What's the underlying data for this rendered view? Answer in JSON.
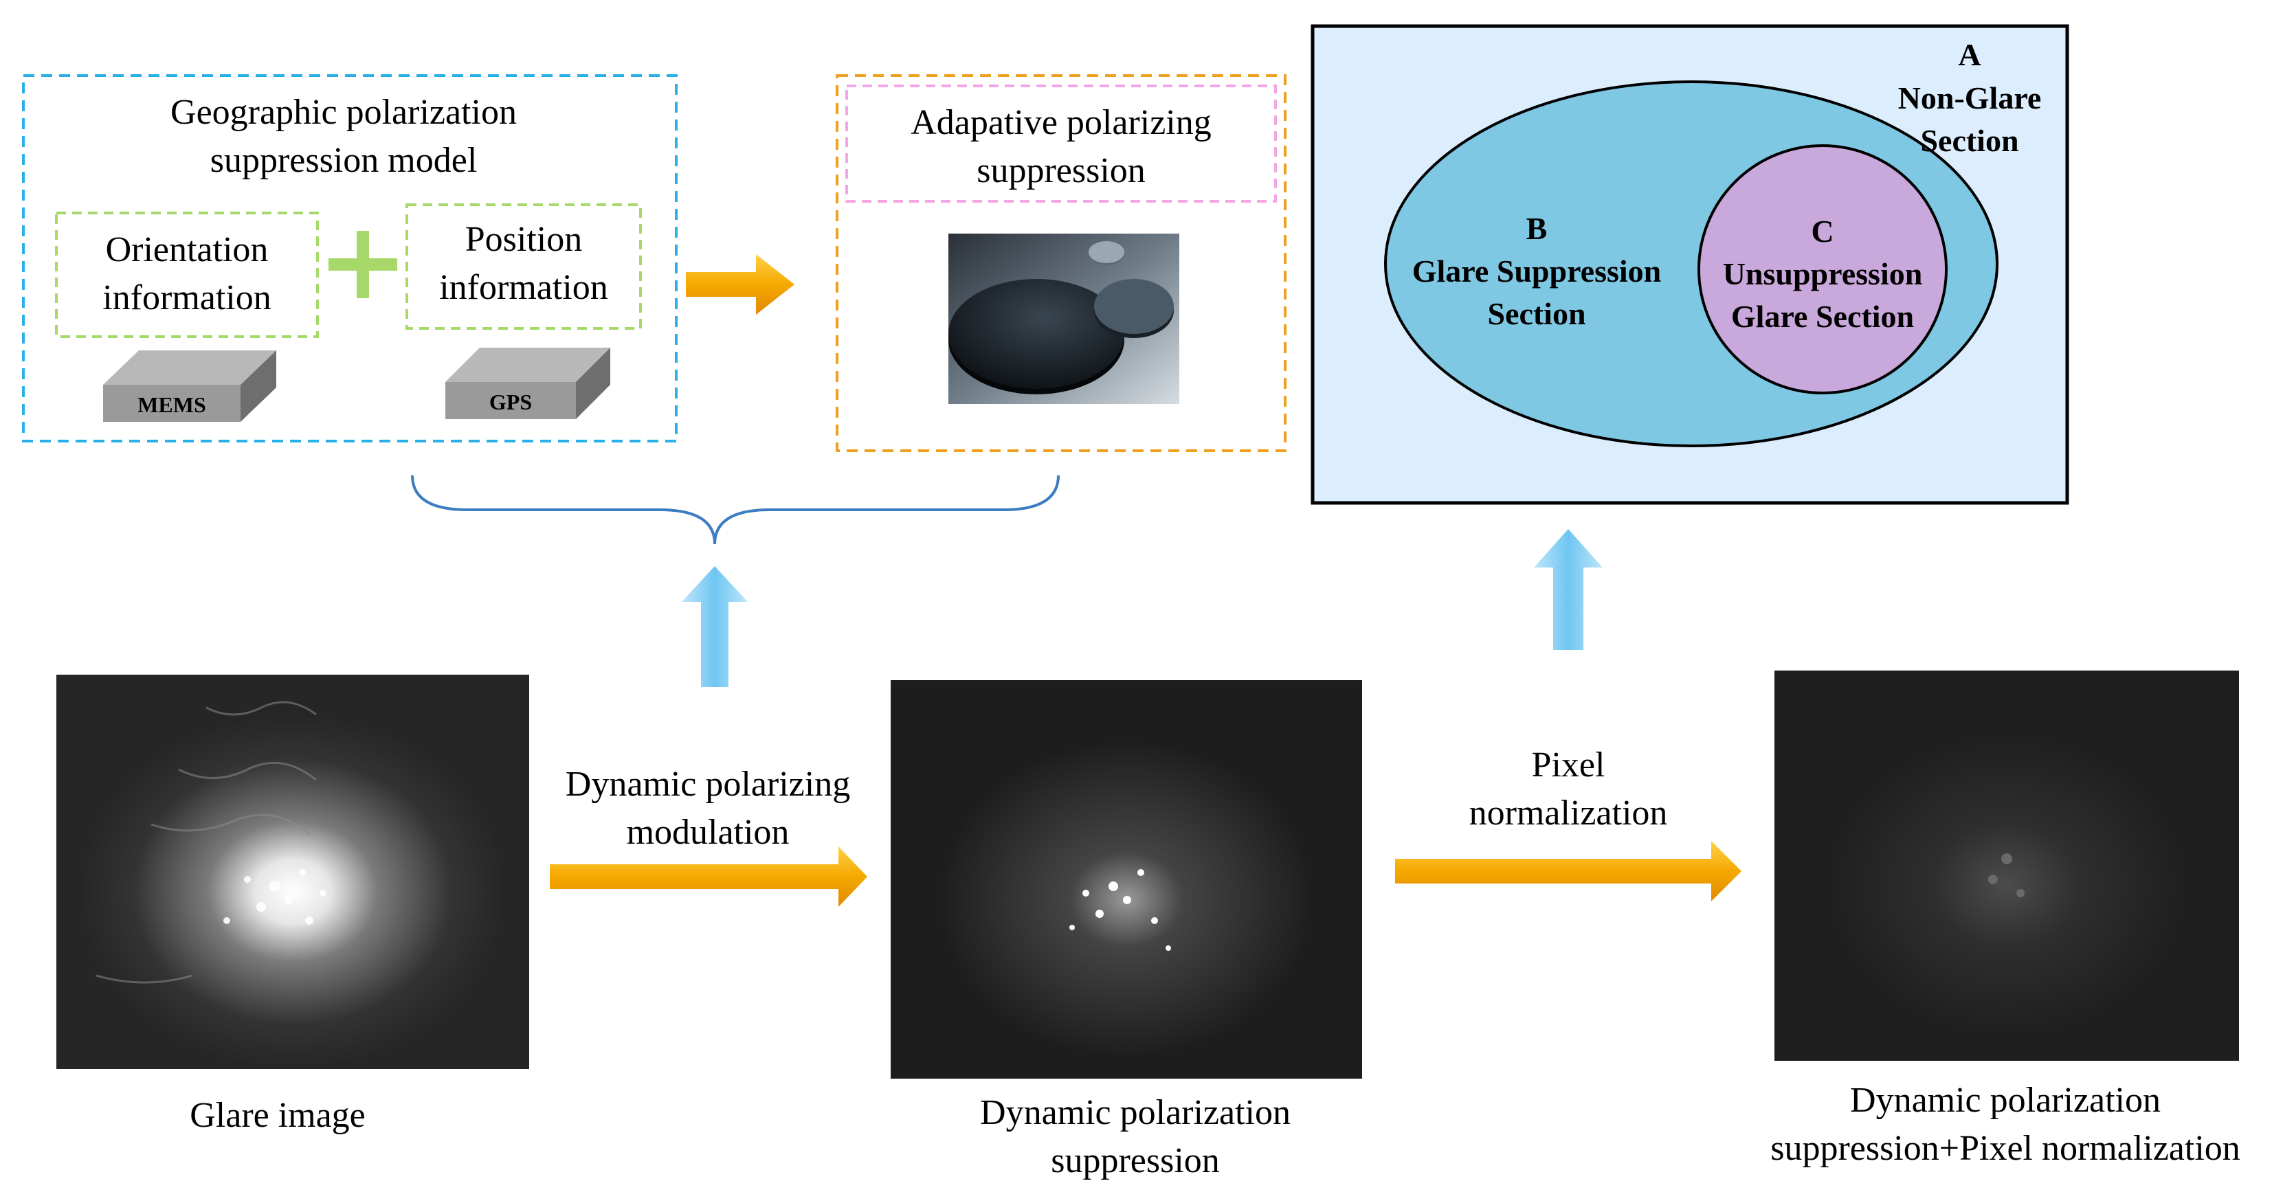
{
  "geo_model": {
    "title_line1": "Geographic polarization",
    "title_line2": "suppression model",
    "orientation_line1": "Orientation",
    "orientation_line2": "information",
    "position_line1": "Position",
    "position_line2": "information",
    "mems_label": "MEMS",
    "gps_label": "GPS"
  },
  "adaptive": {
    "title_line1": "Adapative polarizing",
    "title_line2": "suppression"
  },
  "sections": {
    "a_letter": "A",
    "a_line1": "Non-Glare",
    "a_line2": "Section",
    "b_letter": "B",
    "b_line1": "Glare Suppression",
    "b_line2": "Section",
    "c_letter": "C",
    "c_line1": "Unsuppression",
    "c_line2": "Glare Section"
  },
  "steps": {
    "dynamic_mod_line1": "Dynamic polarizing",
    "dynamic_mod_line2": "modulation",
    "pixel_norm_line1": "Pixel",
    "pixel_norm_line2": "normalization"
  },
  "captions": {
    "glare": "Glare image",
    "dps_line1": "Dynamic polarization",
    "dps_line2": "suppression",
    "final_line1": "Dynamic polarization",
    "final_line2": "suppression+Pixel normalization"
  },
  "colors": {
    "blue_dash": "#2ab0e8",
    "orange_dash": "#f0a020",
    "green_dash": "#a6d86a",
    "pink_dash": "#f2a6e6",
    "arrow_orange": "#f5a800",
    "section_bg": "#dceefd",
    "ellipse_b": "#7ec8e3",
    "circle_c": "#c9a8db",
    "brace": "#3c7cc0"
  }
}
